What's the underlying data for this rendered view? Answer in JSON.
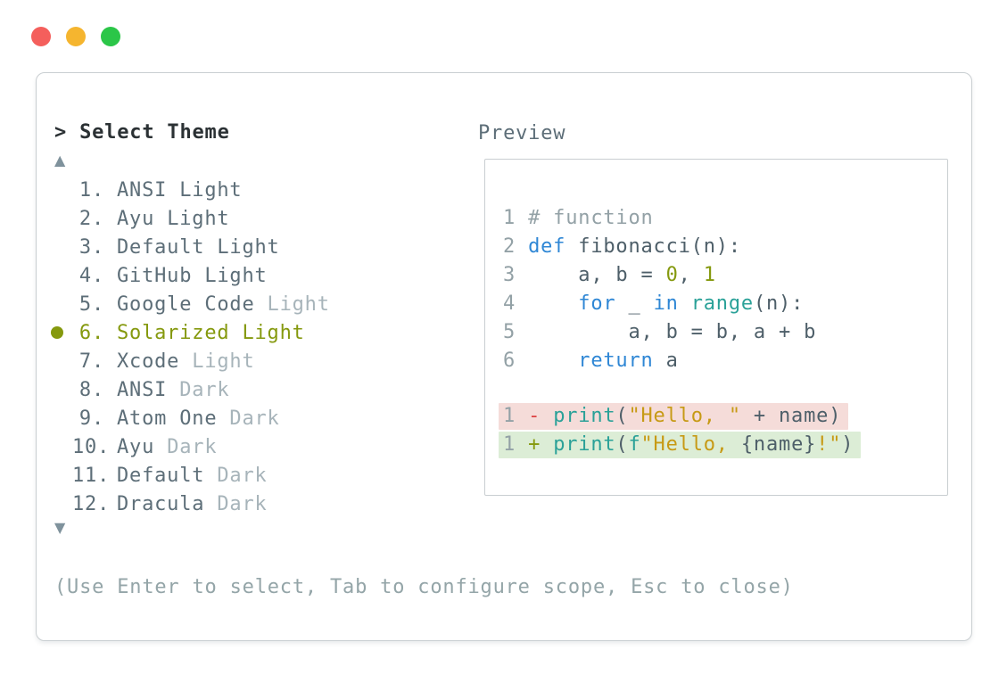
{
  "window": {
    "traffic_lights": [
      {
        "name": "close-button",
        "color": "#f45f5c"
      },
      {
        "name": "minimize-button",
        "color": "#f5b52f"
      },
      {
        "name": "zoom-button",
        "color": "#2bc648"
      }
    ]
  },
  "prompt": {
    "text": "> Select Theme"
  },
  "theme_list": {
    "scroll_up_indicator": "▲",
    "scroll_down_indicator": "▼",
    "items": [
      {
        "number": "1.",
        "name": "ANSI",
        "variant": "Light",
        "variant_muted": false,
        "selected": false
      },
      {
        "number": "2.",
        "name": "Ayu",
        "variant": "Light",
        "variant_muted": false,
        "selected": false
      },
      {
        "number": "3.",
        "name": "Default",
        "variant": "Light",
        "variant_muted": false,
        "selected": false
      },
      {
        "number": "4.",
        "name": "GitHub",
        "variant": "Light",
        "variant_muted": false,
        "selected": false
      },
      {
        "number": "5.",
        "name": "Google Code",
        "variant": "Light",
        "variant_muted": true,
        "selected": false
      },
      {
        "number": "6.",
        "name": "Solarized",
        "variant": "Light",
        "variant_muted": false,
        "selected": true
      },
      {
        "number": "7.",
        "name": "Xcode",
        "variant": "Light",
        "variant_muted": true,
        "selected": false
      },
      {
        "number": "8.",
        "name": "ANSI",
        "variant": "Dark",
        "variant_muted": true,
        "selected": false
      },
      {
        "number": "9.",
        "name": "Atom One",
        "variant": "Dark",
        "variant_muted": true,
        "selected": false
      },
      {
        "number": "10.",
        "name": "Ayu",
        "variant": "Dark",
        "variant_muted": true,
        "selected": false
      },
      {
        "number": "11.",
        "name": "Default",
        "variant": "Dark",
        "variant_muted": true,
        "selected": false
      },
      {
        "number": "12.",
        "name": "Dracula",
        "variant": "Dark",
        "variant_muted": true,
        "selected": false
      }
    ]
  },
  "preview": {
    "label": "Preview",
    "code_lines": [
      {
        "tokens": [
          [
            "ln",
            "1 "
          ],
          [
            "com",
            "# function"
          ]
        ]
      },
      {
        "tokens": [
          [
            "ln",
            "2 "
          ],
          [
            "kw",
            "def"
          ],
          [
            "txt",
            " fibonacci(n):"
          ]
        ]
      },
      {
        "tokens": [
          [
            "ln",
            "3 "
          ],
          [
            "txt",
            "    a, b = "
          ],
          [
            "num",
            "0"
          ],
          [
            "txt",
            ", "
          ],
          [
            "num",
            "1"
          ]
        ]
      },
      {
        "tokens": [
          [
            "ln",
            "4 "
          ],
          [
            "txt",
            "    "
          ],
          [
            "kw",
            "for"
          ],
          [
            "txt",
            " _ "
          ],
          [
            "kw",
            "in"
          ],
          [
            "txt",
            " "
          ],
          [
            "fn",
            "range"
          ],
          [
            "txt",
            "(n):"
          ]
        ]
      },
      {
        "tokens": [
          [
            "ln",
            "5 "
          ],
          [
            "txt",
            "        a, b = b, a + b"
          ]
        ]
      },
      {
        "tokens": [
          [
            "ln",
            "6 "
          ],
          [
            "txt",
            "    "
          ],
          [
            "kw",
            "return"
          ],
          [
            "txt",
            " a"
          ]
        ]
      }
    ],
    "diff_lines": [
      {
        "type": "removed",
        "tokens": [
          [
            "ln",
            "1 "
          ],
          [
            "minus",
            "- "
          ],
          [
            "fn",
            "print"
          ],
          [
            "txt",
            "("
          ],
          [
            "str",
            "\"Hello, \""
          ],
          [
            "txt",
            " + name)"
          ]
        ]
      },
      {
        "type": "added",
        "tokens": [
          [
            "ln",
            "1 "
          ],
          [
            "plus",
            "+ "
          ],
          [
            "fn",
            "print"
          ],
          [
            "txt",
            "("
          ],
          [
            "fn",
            "f"
          ],
          [
            "str",
            "\"Hello, "
          ],
          [
            "txt",
            "{name}"
          ],
          [
            "str",
            "!\""
          ],
          [
            "txt",
            ")"
          ]
        ]
      }
    ]
  },
  "hint": "(Use Enter to select, Tab to configure scope, Esc to close)",
  "colors": {
    "panel_border": "#c9ced1",
    "prompt_text": "#2b3134",
    "label_text": "#5d6e78",
    "list_text": "#5d6e78",
    "muted_text": "#a7b4ba",
    "selected": "#85990e",
    "indicator": "#7f929c",
    "hint_text": "#94a5a8",
    "line_number": "#93a1a6",
    "comment": "#93a1a6",
    "keyword": "#2f87d5",
    "code_text": "#4e5f69",
    "number": "#85990e",
    "function": "#2aa198",
    "string": "#c79a15",
    "diff_minus": "#dd4343",
    "diff_plus": "#85990e",
    "diff_removed_bg": "#f5dcd9",
    "diff_added_bg": "#dcedd6"
  }
}
